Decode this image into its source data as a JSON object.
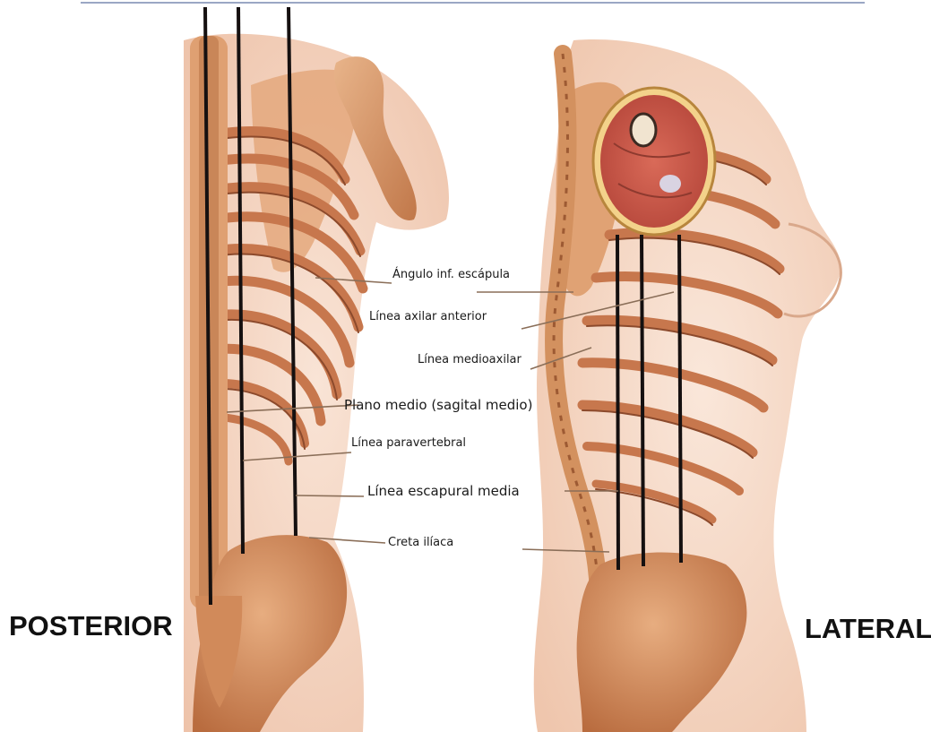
{
  "views": {
    "posterior_label": "POSTERIOR",
    "lateral_label": "LATERAL"
  },
  "annotations": [
    {
      "id": "angulo",
      "text": "Ángulo inf. escápula"
    },
    {
      "id": "axilar-anterior",
      "text": "Línea axilar anterior"
    },
    {
      "id": "medioaxilar",
      "text": "Línea medioaxilar"
    },
    {
      "id": "plano-medio",
      "text": "Plano medio (sagital medio)"
    },
    {
      "id": "paravertebral",
      "text": "Línea paravertebral"
    },
    {
      "id": "escapular-media",
      "text": "Línea escapural media"
    },
    {
      "id": "creta-iliaca",
      "text": "Creta ilíaca"
    }
  ],
  "colors": {
    "skin": "#f2d2bf",
    "bone": "#d99a6c",
    "bone_dark": "#a55f38",
    "muscle": "#c95a4a",
    "reference_line": "#151010",
    "leader": "#8a6e58"
  }
}
